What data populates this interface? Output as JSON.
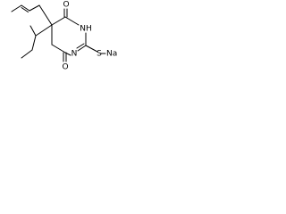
{
  "structure": {
    "atoms": {
      "o_top": "O",
      "nh": "NH",
      "o_bottom": "O",
      "n_ring": "N",
      "s": "S",
      "na": "Na"
    }
  }
}
